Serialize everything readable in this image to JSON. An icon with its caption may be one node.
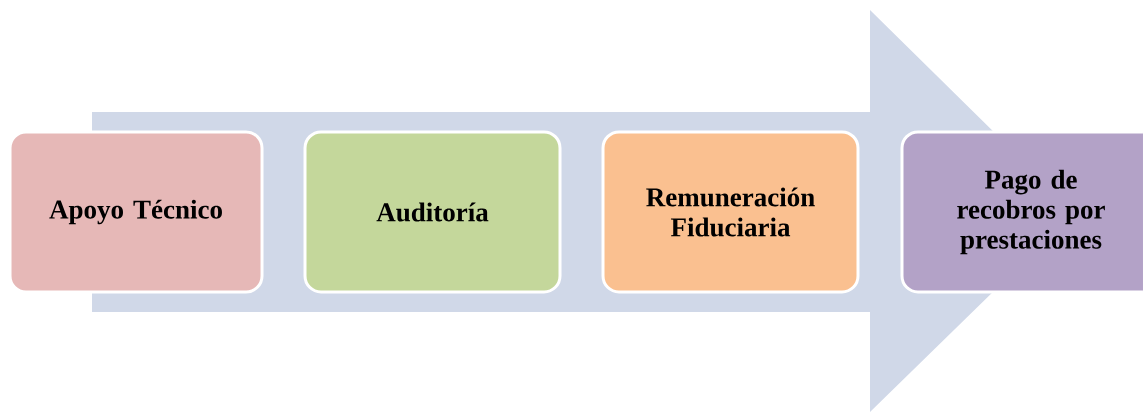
{
  "diagram": {
    "nodes": [
      {
        "text": [
          "Apoyo Técnico"
        ]
      },
      {
        "text": [
          "Auditoría"
        ]
      },
      {
        "text": [
          "Remuneración Fiduciaria"
        ]
      },
      {
        "text": [
          "Pago de recobros por prestaciones"
        ]
      }
    ],
    "edges": [
      {
        "from": 0,
        "to": 3,
        "arrow": "to"
      }
    ]
  }
}
